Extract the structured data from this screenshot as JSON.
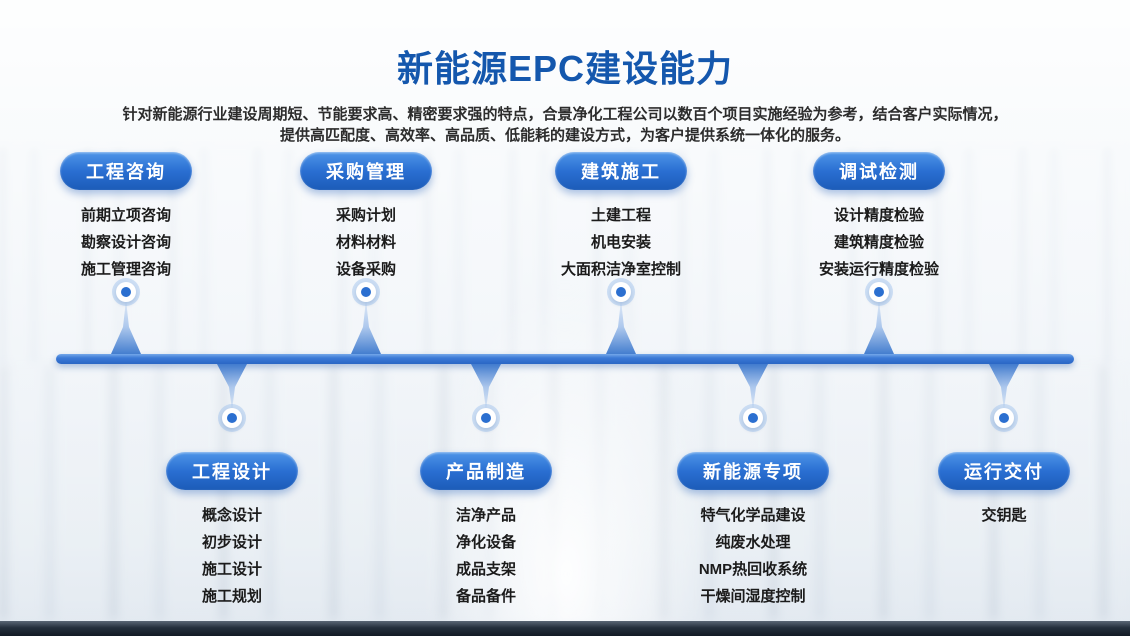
{
  "title": "新能源EPC建设能力",
  "subtitle_line1": "针对新能源行业建设周期短、节能要求高、精密要求强的特点，合景净化工程公司以数百个项目实施经验为参考，结合客户实际情况，",
  "subtitle_line2": "提供高匹配度、高效率、高品质、低能耗的建设方式，为客户提供系统一体化的服务。",
  "colors": {
    "title_blue": "#1457ad",
    "pill_blue": "#1c5cb8",
    "timeline_blue": "#2f6fd1",
    "text_dark": "#1b1b1b"
  },
  "top_sections": [
    {
      "label": "工程咨询",
      "items": [
        "前期立项咨询",
        "勘察设计咨询",
        "施工管理咨询"
      ]
    },
    {
      "label": "采购管理",
      "items": [
        "采购计划",
        "材料材料",
        "设备采购"
      ]
    },
    {
      "label": "建筑施工",
      "items": [
        "土建工程",
        "机电安装",
        "大面积洁净室控制"
      ]
    },
    {
      "label": "调试检测",
      "items": [
        "设计精度检验",
        "建筑精度检验",
        "安装运行精度检验"
      ]
    }
  ],
  "bottom_sections": [
    {
      "label": "工程设计",
      "items": [
        "概念设计",
        "初步设计",
        "施工设计",
        "施工规划"
      ]
    },
    {
      "label": "产品制造",
      "items": [
        "洁净产品",
        "净化设备",
        "成品支架",
        "备品备件"
      ]
    },
    {
      "label": "新能源专项",
      "items": [
        "特气化学品建设",
        "纯废水处理",
        "NMP热回收系统",
        "干燥间湿度控制"
      ]
    },
    {
      "label": "运行交付",
      "items": [
        "交钥匙"
      ]
    }
  ]
}
